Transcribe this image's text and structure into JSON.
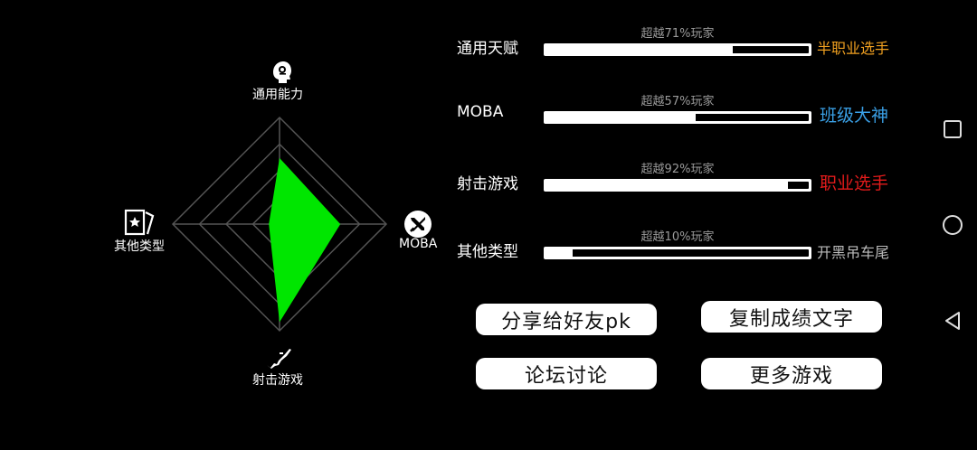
{
  "radar": {
    "axes": [
      {
        "label": "通用能力",
        "icon": "head-gear-icon",
        "value": 0.62
      },
      {
        "label": "MOBA",
        "icon": "crossed-swords-icon",
        "value": 0.57
      },
      {
        "label": "射击游戏",
        "icon": "rifle-icon",
        "value": 0.92
      },
      {
        "label": "其他类型",
        "icon": "card-star-icon",
        "value": 0.1
      }
    ],
    "fill_color": "#00e600",
    "grid_color": "#555555",
    "rings": 4
  },
  "stats": [
    {
      "label": "通用天赋",
      "percent_text": "超越71%玩家",
      "fill": 0.71,
      "rank": "半职业选手",
      "rank_color": "#f0a020"
    },
    {
      "label": "MOBA",
      "percent_text": "超越57%玩家",
      "fill": 0.57,
      "rank": "班级大神",
      "rank_color": "#3aa0e6"
    },
    {
      "label": "射击游戏",
      "percent_text": "超越92%玩家",
      "fill": 0.92,
      "rank": "职业选手",
      "rank_color": "#e21b1b"
    },
    {
      "label": "其他类型",
      "percent_text": "超越10%玩家",
      "fill": 0.1,
      "rank": "开黑吊车尾",
      "rank_color": "#bbbbbb"
    }
  ],
  "buttons": {
    "share": "分享给好友pk",
    "copy": "复制成绩文字",
    "forum": "论坛讨论",
    "more": "更多游戏"
  },
  "nav": [
    "square-icon",
    "circle-icon",
    "back-triangle-icon"
  ]
}
